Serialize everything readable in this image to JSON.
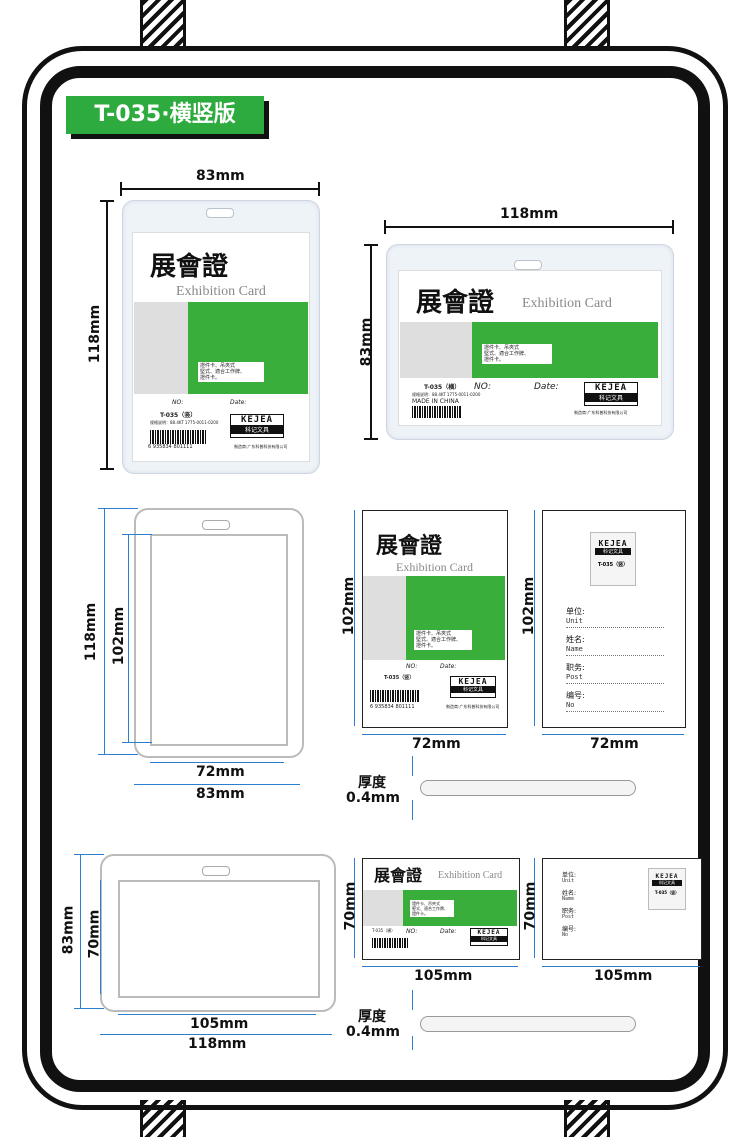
{
  "title": "T-035·横竖版",
  "card": {
    "cn_title": "展會證",
    "en_title": "Exhibition Card",
    "note_lines": [
      "證件卡、吊夾式",
      "堅式、適合工作牌、",
      "證件卡。"
    ],
    "no_label": "NO:",
    "date_label": "Date:",
    "model_v": "T-035（竖）",
    "model_h": "T-035（横）",
    "spec_line": "规格说明：88.4KT 1775-0011-0200",
    "made_in": "MADE IN CHINA",
    "barcode_digits": "6 935834 801111",
    "manufacturer": "制造商:广东科普科技有限公司",
    "logo_text": "KEJEA",
    "logo_sub": "科记文具"
  },
  "back": {
    "fields": [
      {
        "label": "单位:",
        "sub": "Unit"
      },
      {
        "label": "姓名:",
        "sub": "Name"
      },
      {
        "label": "职务:",
        "sub": "Post"
      },
      {
        "label": "编号:",
        "sub": "No"
      }
    ]
  },
  "dims": {
    "d83": "83mm",
    "d118": "118mm",
    "d102": "102mm",
    "d72": "72mm",
    "d70": "70mm",
    "d105": "105mm",
    "thickness_label": "厚度",
    "thickness_value": "0.4mm"
  },
  "colors": {
    "accent_green": "#2eab3e",
    "frame": "#111111",
    "dim_blue": "#2a7fd0"
  }
}
